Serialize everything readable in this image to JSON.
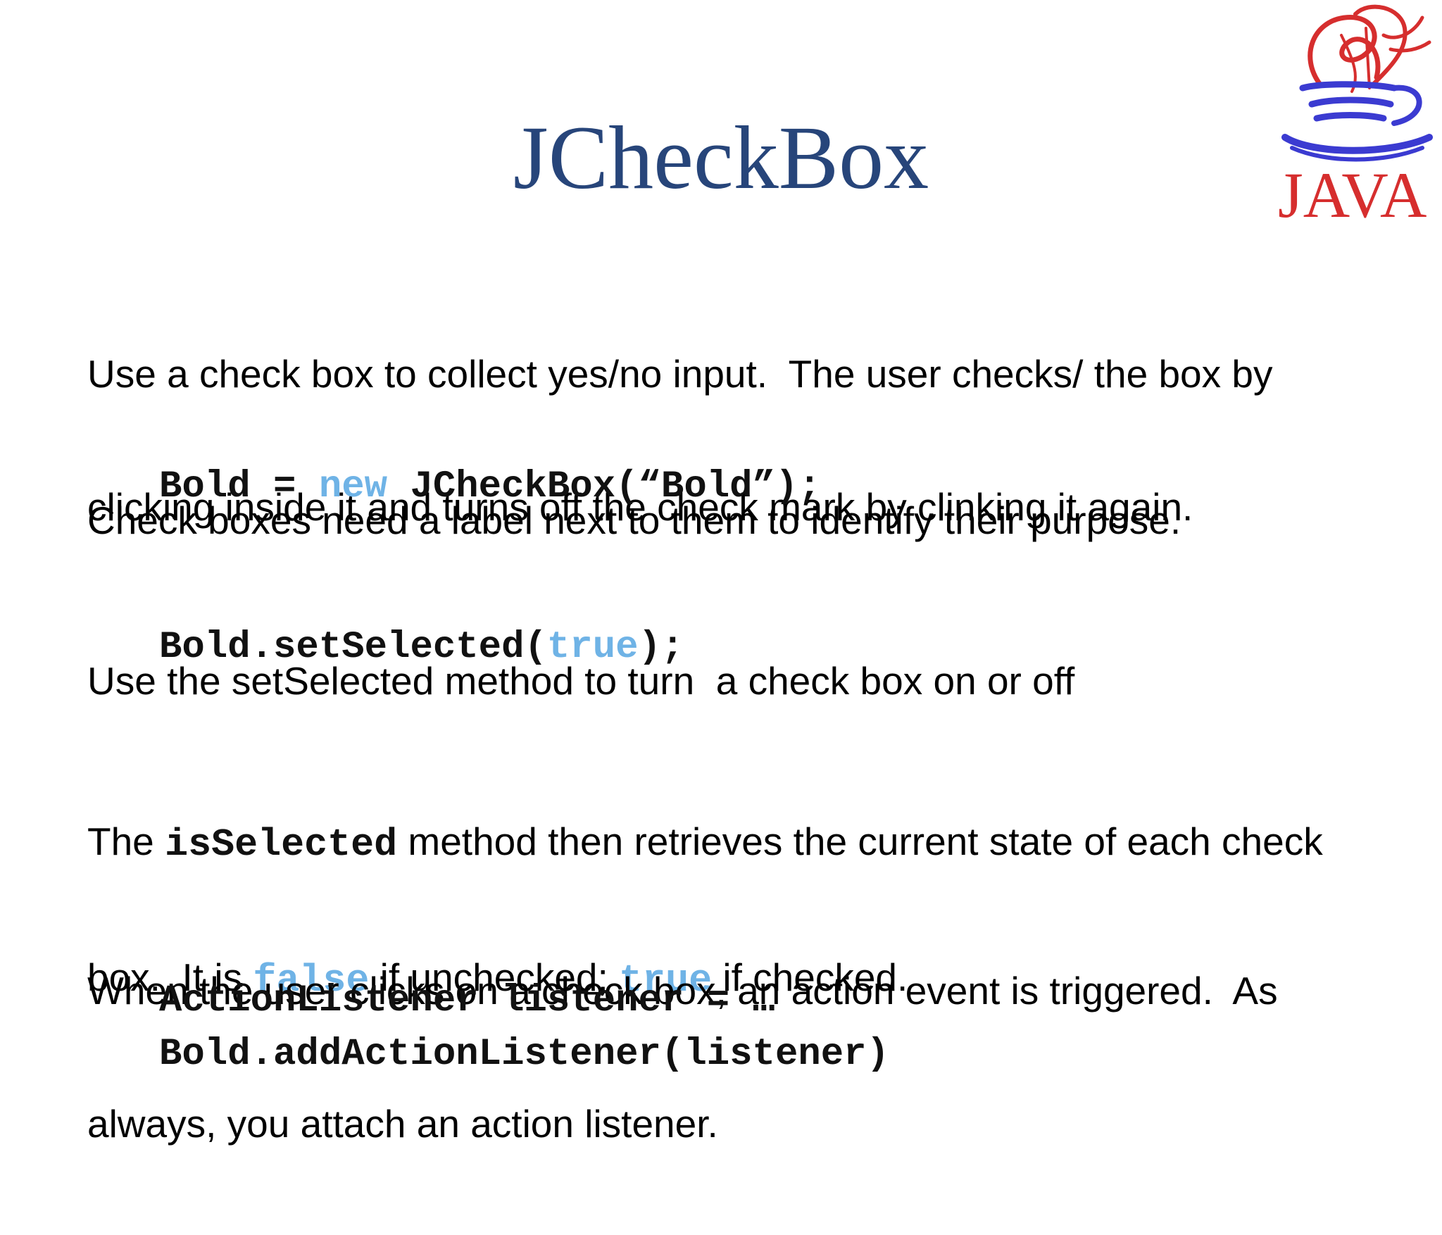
{
  "slide": {
    "title": "JCheckBox",
    "logo_text": "JAVA",
    "colors": {
      "title": "#27457a",
      "keyword": "#6fb3e6",
      "logo_red": "#d62e2e",
      "logo_blue": "#3b3bd1"
    },
    "p1": {
      "line1": "Use a check box to collect yes/no input.  The user checks/ the box by",
      "line2": "clicking inside it and turns off the check mark by clinking it again."
    },
    "p2": {
      "text": "Check boxes need a label next to them to identify their purpose."
    },
    "code1": {
      "a": "Bold = ",
      "kw": "new",
      "b": " JCheckBox(“Bold”);"
    },
    "p3": {
      "text": "Use the setSelected method to turn  a check box on or off"
    },
    "code2": {
      "a": "Bold.setSelected(",
      "kw": "true",
      "b": ");"
    },
    "p4": {
      "a": "The ",
      "method": "isSelected",
      "b": " method then retrieves the current state of each check",
      "c": "box.  It is ",
      "false_kw": "false",
      "d": " if unchecked; ",
      "true_kw": "true",
      "e": " if checked."
    },
    "p5": {
      "line1": "When the user clicks on a check box, an action event is triggered.  As",
      "line2": "always, you attach an action listener."
    },
    "code3": {
      "line1": "ActionListener listener = …",
      "line2": "Bold.addActionListener(listener)"
    }
  }
}
